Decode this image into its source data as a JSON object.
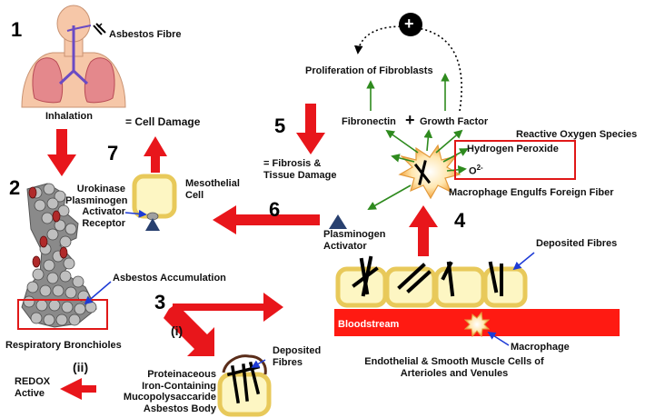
{
  "steps": {
    "s1": "1",
    "s2": "2",
    "s3": "3",
    "s4": "4",
    "s5": "5",
    "s6": "6",
    "s7": "7",
    "sub_i": "(i)",
    "sub_ii": "(ii)"
  },
  "labels": {
    "asbestos_fibre": "Asbestos Fibre",
    "inhalation": "Inhalation",
    "cell_damage": "= Cell Damage",
    "mesothelial_cell": "Mesothelial\nCell",
    "upar": "Urokinase\nPlasminogen\nActivator\nReceptor",
    "asbestos_accumulation": "Asbestos Accumulation",
    "respiratory_bronchioles": "Respiratory Bronchioles",
    "proliferation": "Proliferation of Fibroblasts",
    "fibronectin": "Fibronectin",
    "plus_sign": "+",
    "growth_factor": "Growth Factor",
    "ros": "Reactive Oxygen Species",
    "hydrogen_peroxide": "Hydrogen Peroxide",
    "superoxide": "O",
    "superoxide_sup": "2-",
    "fibrosis": "= Fibrosis &\nTissue Damage",
    "macrophage_engulfs": "Macrophage Engulfs Foreign Fiber",
    "plasminogen_activator": "Plasminogen\nActivator",
    "deposited_fibres_right": "Deposited Fibres",
    "bloodstream": "Bloodstream",
    "macrophage": "Macrophage",
    "endothelial": "Endothelial & Smooth Muscle Cells of\nArterioles and Venules",
    "deposited_fibres_bottom": "Deposited\nFibres",
    "asbestos_body": "Proteinaceous\nIron-Containing\nMucopolysaccaride\nAsbestos Body",
    "redox": "REDOX\nActive",
    "feedback_plus": "+"
  },
  "colors": {
    "arrow_red": "#e8161b",
    "cell_fill": "#fdf6c3",
    "cell_border": "#e8c95a",
    "bloodstream": "#ff1a12",
    "green_arrow": "#2e8a1e",
    "blue_arrow": "#1d3bd6",
    "receptor_blue": "#28406f"
  }
}
